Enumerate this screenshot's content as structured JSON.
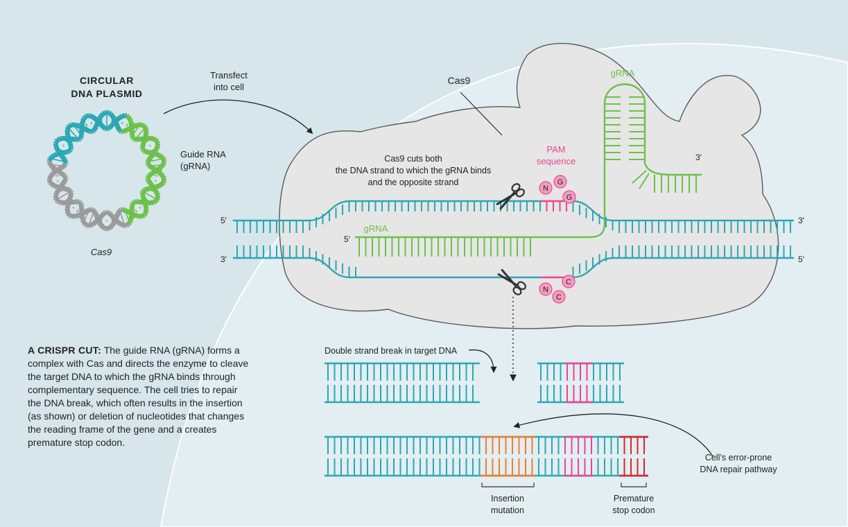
{
  "colors": {
    "background": "#d6e6ea",
    "cell": "#e2eef1",
    "cloud": "#e6e6e6",
    "dna": "#2aa7b3",
    "grna": "#6cc04a",
    "pam": "#e8468f",
    "insertion": "#ee7d2d",
    "stop_codon": "#d9232e",
    "cas9_dna": "#9a9a9a"
  },
  "labels": {
    "plasmid_title_line1": "CIRCULAR",
    "plasmid_title_line2": "DNA PLASMID",
    "guide_rna_line1": "Guide RNA",
    "guide_rna_line2": "(gRNA)",
    "cas9_gene": "Cas9",
    "transfect_line1": "Transfect",
    "transfect_line2": "into cell",
    "cas9_protein": "Cas9",
    "cut_note_line1": "Cas9 cuts both",
    "cut_note_line2": "the DNA strand to which the gRNA binds",
    "cut_note_line3": "and the opposite strand",
    "pam_line1": "PAM",
    "pam_line2": "sequence",
    "grna_hairpin": "gRNA",
    "grna_strand": "gRNA",
    "end_5_left": "5′",
    "end_3_left": "3′",
    "end_3_right": "3′",
    "end_5_right": "5′",
    "grna_5": "5′",
    "grna_3": "3′",
    "pam_top": [
      "N",
      "G",
      "G"
    ],
    "pam_bottom": [
      "N",
      "C",
      "C"
    ],
    "double_strand_break": "Double strand break in target DNA",
    "repair_line1": "Cell’s error-prone",
    "repair_line2": "DNA repair pathway",
    "insertion_line1": "Insertion",
    "insertion_line2": "mutation",
    "stop_line1": "Premature",
    "stop_line2": "stop codon"
  },
  "caption": {
    "lead": "A CRISPR CUT:",
    "body": " The guide RNA (gRNA) forms a complex with Cas and directs the enzyme to cleave the target DNA to which the gRNA binds through complementary sequence. The cell tries to repair the DNA break, which often results in the insertion (as shown) or deletion of nucleotides that changes the reading frame of the gene and a creates premature stop codon."
  }
}
